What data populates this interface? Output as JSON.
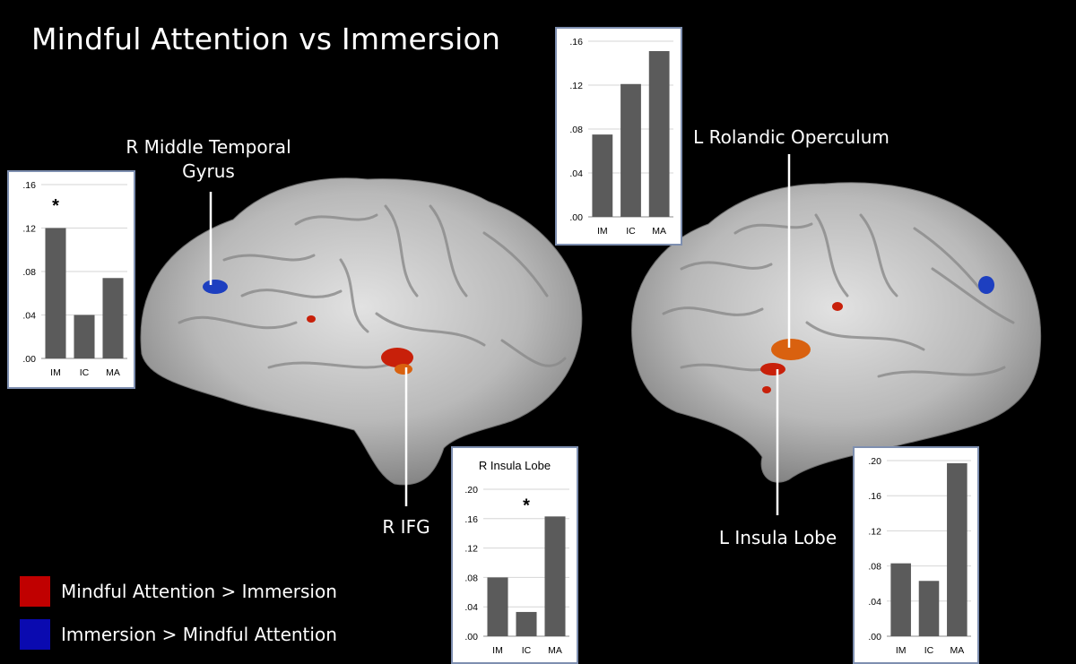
{
  "title": "Mindful Attention vs Immersion",
  "labels": {
    "r_mtg": "R Middle Temporal Gyrus",
    "r_ifg": "R IFG",
    "l_rolandic": "L Rolandic Operculum",
    "l_insula": "L Insula Lobe"
  },
  "legend": [
    {
      "text": "Mindful Attention > Immersion",
      "color": "#c00000"
    },
    {
      "text": "Immersion > Mindful Attention",
      "color": "#0a0ab0"
    }
  ],
  "colors": {
    "bar": "#5b5b5b",
    "activation_red": "#c8200a",
    "activation_orange": "#d9610f",
    "activation_blue": "#1d3fc0"
  },
  "chart_data": [
    {
      "id": "r-middle-temporal-gyrus",
      "type": "bar",
      "title": "",
      "categories": [
        "IM",
        "IC",
        "MA"
      ],
      "values": [
        0.12,
        0.04,
        0.074
      ],
      "ylim": [
        0,
        0.16
      ],
      "yticks": [
        ".00",
        ".04",
        ".08",
        ".12",
        ".16"
      ],
      "significance": [
        {
          "text": "*",
          "category": "IM"
        }
      ],
      "grid": true
    },
    {
      "id": "l-rolandic-operculum",
      "type": "bar",
      "title": "",
      "categories": [
        "IM",
        "IC",
        "MA"
      ],
      "values": [
        0.075,
        0.121,
        0.151
      ],
      "ylim": [
        0,
        0.16
      ],
      "yticks": [
        ".00",
        ".04",
        ".08",
        ".12",
        ".16"
      ],
      "significance": [],
      "grid": true
    },
    {
      "id": "r-insula-lobe",
      "type": "bar",
      "title": "R Insula Lobe",
      "categories": [
        "IM",
        "IC",
        "MA"
      ],
      "values": [
        0.08,
        0.033,
        0.163
      ],
      "ylim": [
        0,
        0.2
      ],
      "yticks": [
        ".00",
        ".04",
        ".08",
        ".12",
        ".16",
        ".20"
      ],
      "significance": [
        {
          "text": "*",
          "category": "IC"
        }
      ],
      "grid": true
    },
    {
      "id": "l-insula-lobe",
      "type": "bar",
      "title": "",
      "categories": [
        "IM",
        "IC",
        "MA"
      ],
      "values": [
        0.083,
        0.063,
        0.197
      ],
      "ylim": [
        0,
        0.2
      ],
      "yticks": [
        ".00",
        ".04",
        ".08",
        ".12",
        ".16",
        ".20"
      ],
      "significance": [],
      "grid": true
    }
  ]
}
